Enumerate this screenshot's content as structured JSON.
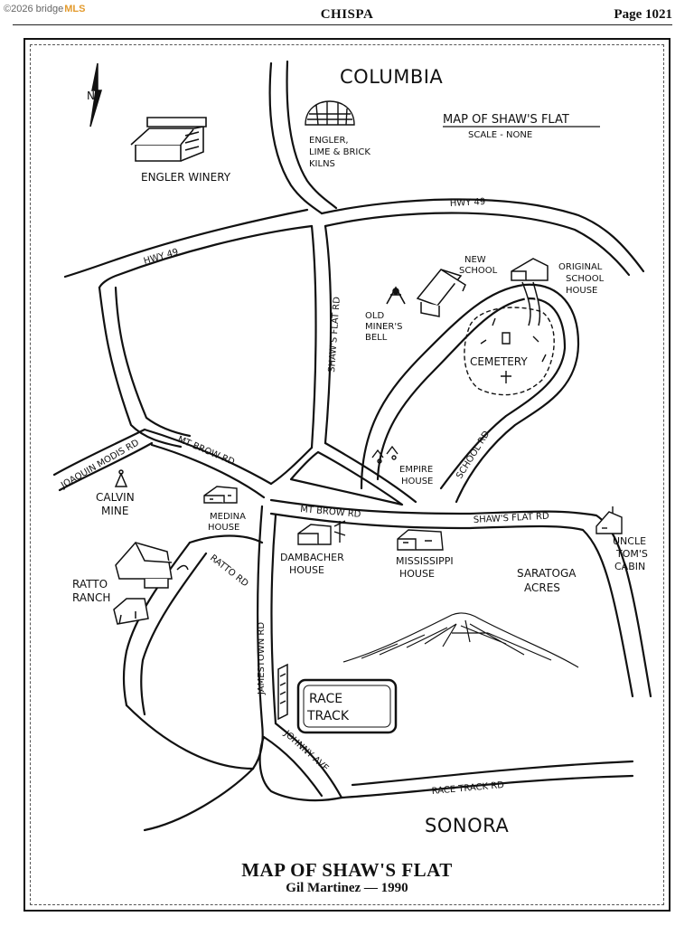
{
  "header": {
    "journal": "CHISPA",
    "page": "Page 1021",
    "watermark": {
      "prefix": "©2026 bridge",
      "brand": "MLS"
    }
  },
  "map": {
    "towns": {
      "north": "COLUMBIA",
      "south": "SONORA"
    },
    "legend": {
      "title": "MAP OF SHAW'S FLAT",
      "scale": "SCALE - NONE"
    },
    "north_arrow": "N",
    "roads": {
      "hwy49_west": "HWY 49",
      "hwy49_east": "HWY 49",
      "shaws_flat_rd": "SHAW'S FLAT RD",
      "mt_brow_rd_west": "MT BROW RD",
      "mt_brow_rd_east": "MT BROW RD",
      "shaws_flat_rd_east": "SHAW'S FLAT RD",
      "joaquin_modis_rd": "JOAQUIN MODIS RD",
      "school_rd": "SCHOOL RD",
      "ratto_rd": "RATTO RD",
      "jamestown_rd": "JAMESTOWN RD",
      "johnny_ave": "JOHNNY AVE",
      "race_track_rd": "RACE TRACK RD"
    },
    "places": {
      "engler_winery": [
        "ENGLER WINERY"
      ],
      "engler_kilns": [
        "ENGLER,",
        "LIME & BRICK",
        "KILNS"
      ],
      "new_school": [
        "NEW",
        "SCHOOL"
      ],
      "original_school": [
        "ORIGINAL",
        "SCHOOL",
        "HOUSE"
      ],
      "old_miners_bell": [
        "OLD",
        "MINER'S",
        "BELL"
      ],
      "cemetery": [
        "CEMETERY"
      ],
      "empire_house": [
        "EMPIRE",
        "HOUSE"
      ],
      "calvin_mine": [
        "CALVIN",
        "MINE"
      ],
      "medina_house": [
        "MEDINA",
        "HOUSE"
      ],
      "dambacher_house": [
        "DAMBACHER",
        "HOUSE"
      ],
      "mississippi_house": [
        "MISSISSIPPI",
        "HOUSE"
      ],
      "uncle_toms_cabin": [
        "UNCLE",
        "TOM'S",
        "CABIN"
      ],
      "saratoga_acres": [
        "SARATOGA",
        "ACRES"
      ],
      "ratto_ranch": [
        "RATTO",
        "RANCH"
      ],
      "race_track": [
        "RACE",
        "TRACK"
      ]
    }
  },
  "caption": {
    "title": "MAP OF SHAW'S FLAT",
    "credit": "Gil Martinez — 1990"
  }
}
